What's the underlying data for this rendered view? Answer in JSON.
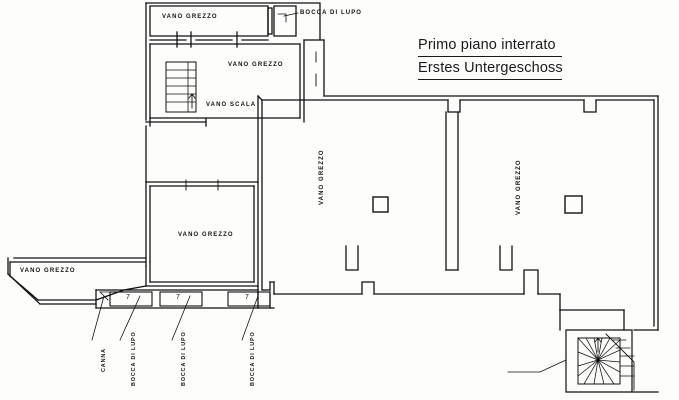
{
  "document": {
    "type": "architectural-floor-plan",
    "background_color": "#fdfdfc",
    "line_color": "#111111"
  },
  "title": {
    "line_it": "Primo piano interrato",
    "line_de": "Erstes Untergeschoss"
  },
  "labels": {
    "room_top_left": "VANO GREZZO",
    "room_top_center": "VANO GREZZO",
    "bocca_top_right": "BOCCA DI LUPO",
    "stair_room": "VANO SCALA",
    "room_mid_left": "VANO GREZZO",
    "room_far_left": "VANO GREZZO",
    "room_center_vertical": "VANO GREZZO",
    "room_right_vertical": "VANO GREZZO",
    "bocca_bottom_1": "BOCCA DI LUPO",
    "bocca_bottom_2": "BOCCA DI LUPO",
    "bocca_bottom_3": "BOCCA DI LUPO",
    "canna_label": "CANNA"
  },
  "numbers": {
    "well_1": "7",
    "well_2": "7",
    "well_3": "7"
  },
  "features": {
    "pillar_left": "square-pillar",
    "pillar_right": "square-pillar",
    "stair_straight": "straight-stair-run",
    "stair_winder": "winder-spiral-stair"
  }
}
